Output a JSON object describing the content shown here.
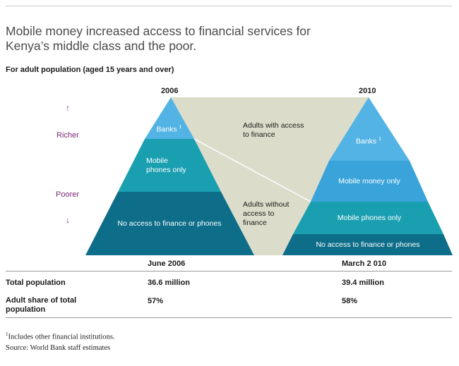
{
  "title": "Mobile money increased access to financial services for Kenya’s middle class and the poor.",
  "subtitle": "For adult population (aged 15 years and over)",
  "years": {
    "left": "2006",
    "right": "2010"
  },
  "axis": {
    "richer": "Richer",
    "poorer": "Poorer",
    "up_arrow": "↑",
    "down_arrow": "↓"
  },
  "left_pyramid": {
    "banks": "Banks",
    "banks_note": "1",
    "mobile_line1": "Mobile",
    "mobile_line2": "phones only",
    "no_access": "No access to finance or phones"
  },
  "right_pyramid": {
    "banks": "Banks",
    "banks_note": "1",
    "mobile_money": "Mobile money only",
    "mobile_phones": "Mobile phones only",
    "no_access": "No access to finance or phones"
  },
  "middle": {
    "with_access_line1": "Adults  with access",
    "with_access_line2": "to finance",
    "without_line1": "Adults   without",
    "without_line2": "access to",
    "without_line3": "finance"
  },
  "table": {
    "date_left": "June 2006",
    "date_right": "March 2  010",
    "rows": [
      {
        "label": "Total population",
        "left": "36.6 million",
        "right": "39.4 million"
      },
      {
        "label_line1": "Adult share of total",
        "label_line2": "population",
        "left": "57%",
        "right": "58%"
      }
    ]
  },
  "notes": {
    "footnote_mark": "1",
    "footnote": "Includes other financial institutions.",
    "source": "Source: World Bank staff estimates"
  },
  "colors": {
    "banks": "#52b3e4",
    "mobile_money": "#3aa4da",
    "mobile_phones": "#1a9fb1",
    "no_access": "#0e6e8a",
    "middle_fill": "#dcdccb"
  }
}
